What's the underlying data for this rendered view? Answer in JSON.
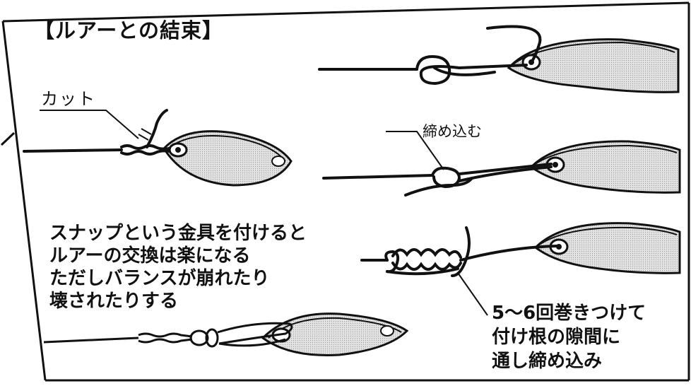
{
  "title": "【ルアーとの結束】",
  "labels": {
    "cut": "カット",
    "tighten": "締め込む"
  },
  "snap_note": [
    "スナップという金具を付けると",
    "ルアーの交換は楽になる",
    "ただしバランスが崩れたり",
    "壊されたりする"
  ],
  "wrap_note": [
    "5～6回巻きつけて",
    "付け根の隙間に",
    "通し締め込み"
  ],
  "colors": {
    "ink": "#111111",
    "lure_fill": "#d9d9d9",
    "background": "#ffffff"
  }
}
